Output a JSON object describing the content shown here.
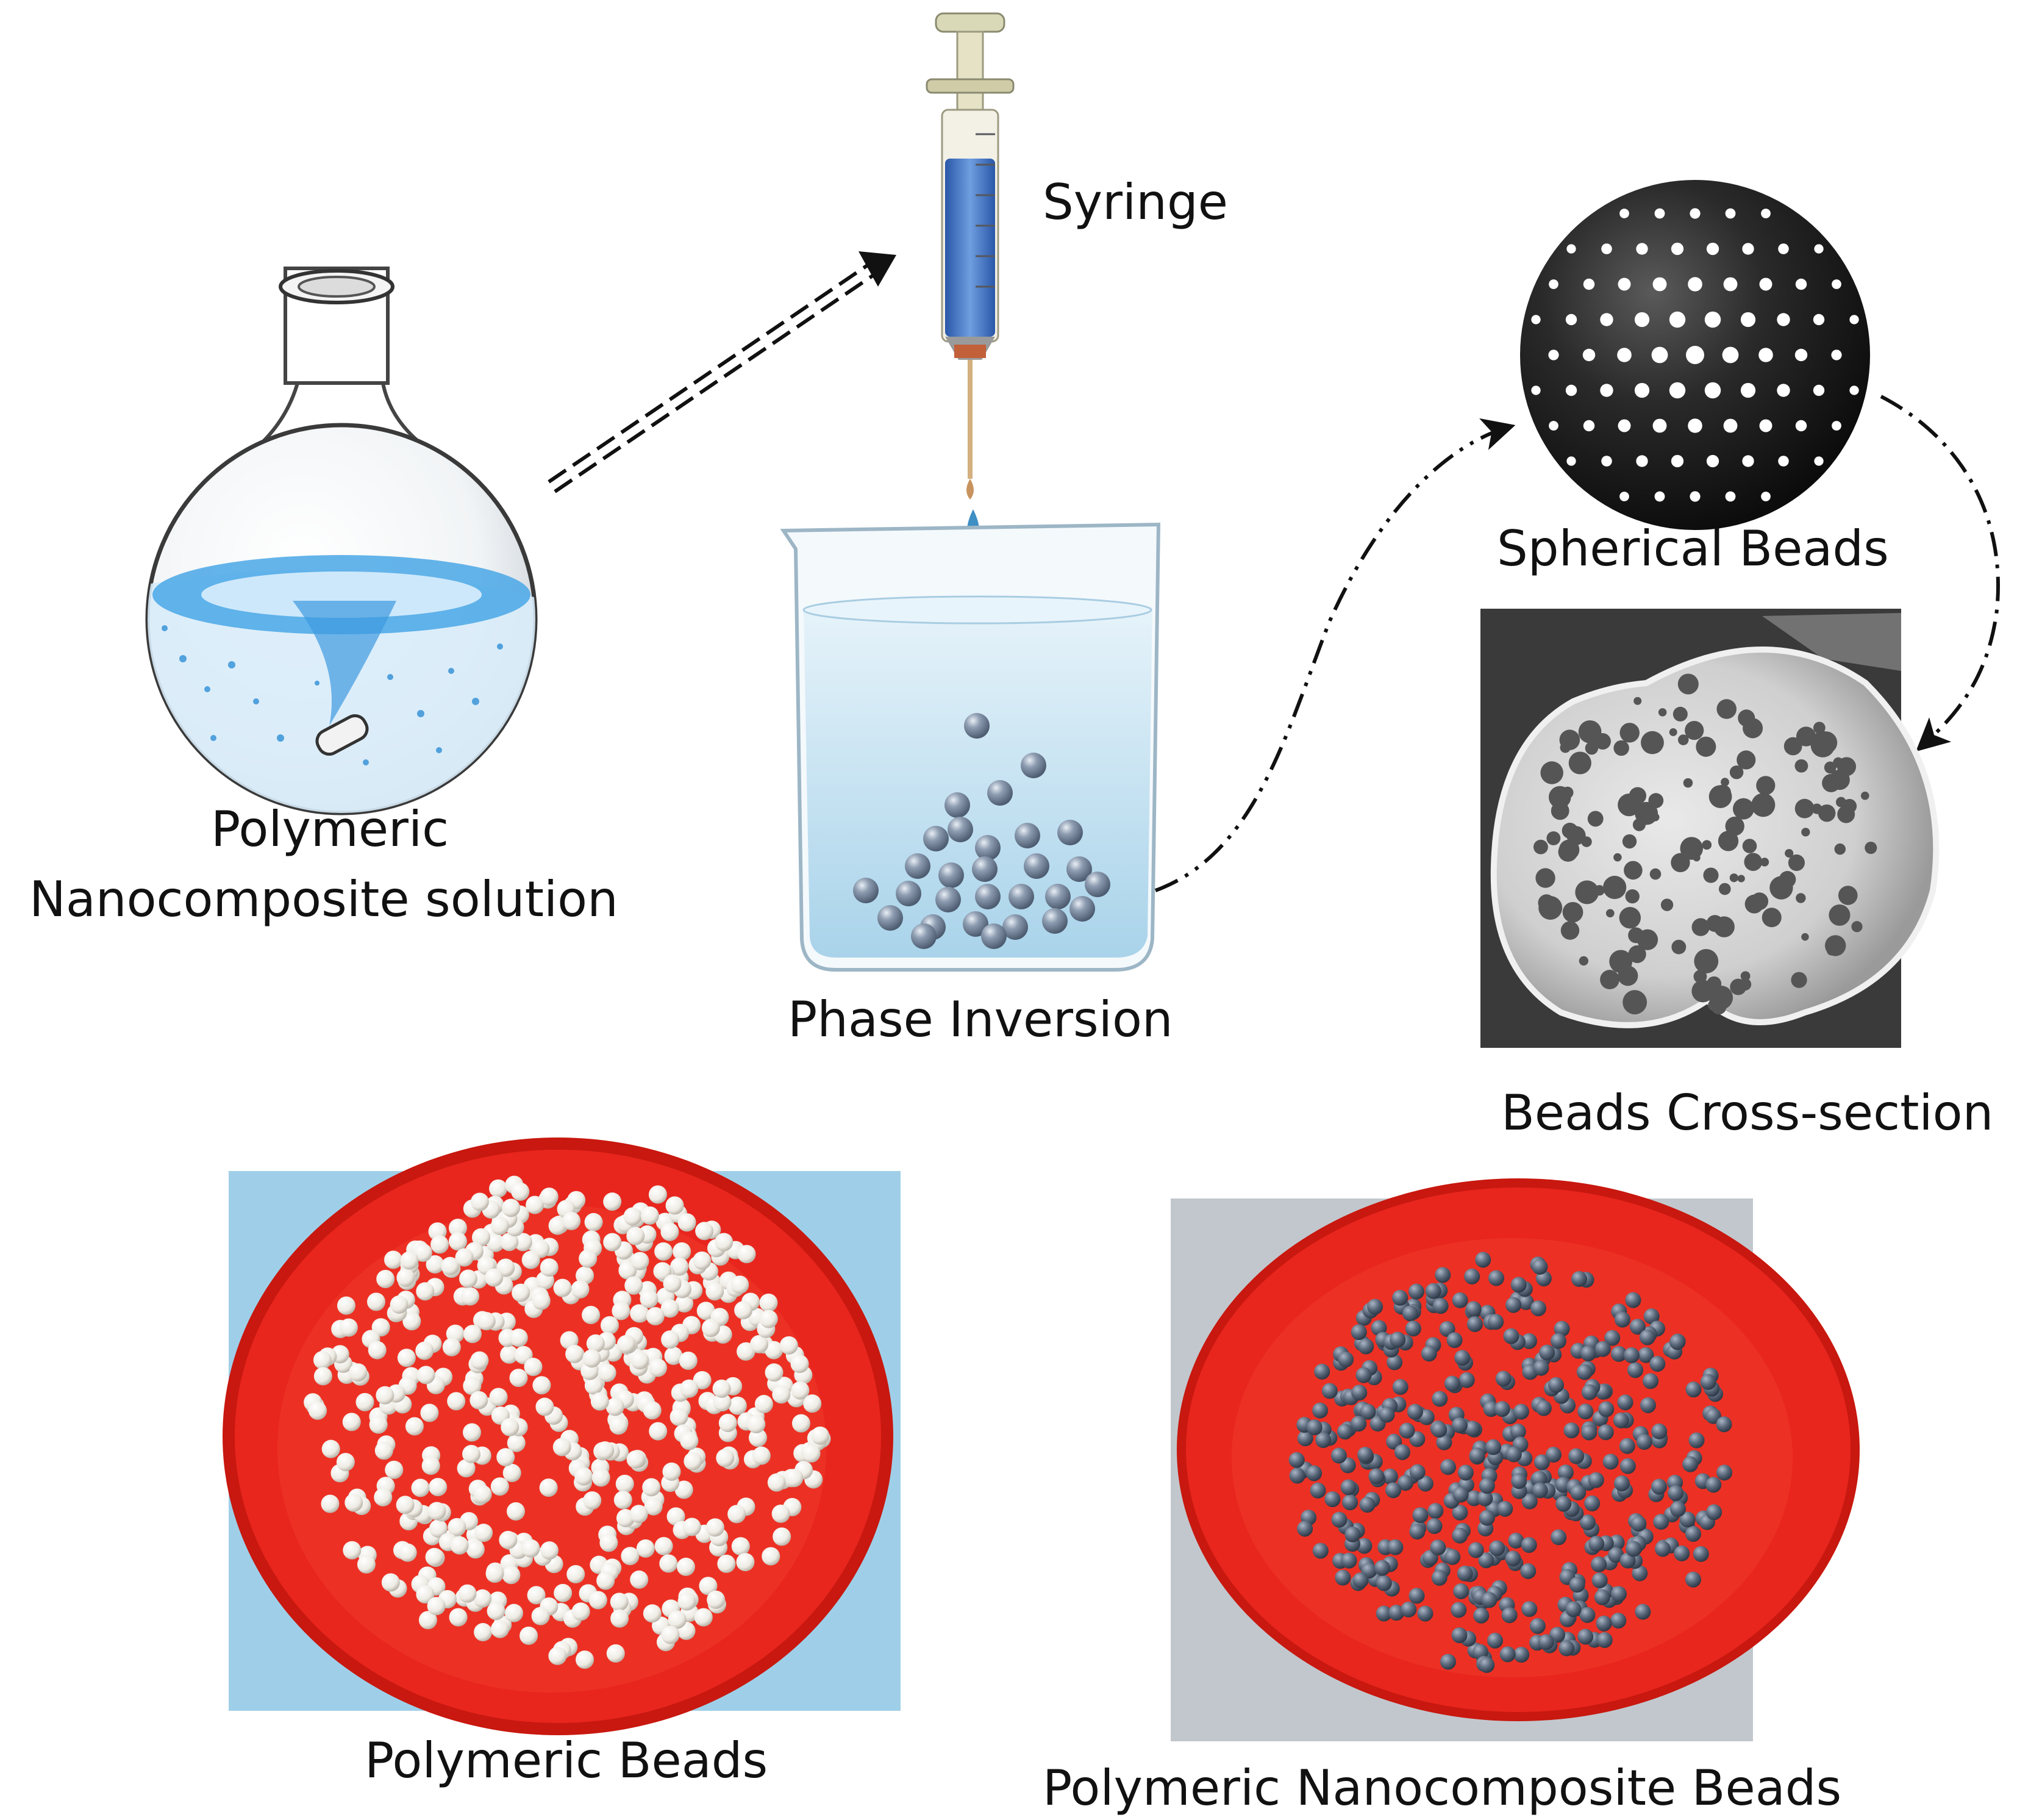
{
  "labels": {
    "flask": [
      "Polymeric",
      "Nanocomposite solution"
    ],
    "syringe": "Syringe",
    "beaker": "Phase Inversion",
    "sphere": "Spherical Beads",
    "sem": "Beads Cross-section",
    "photo_left": "Polymeric Beads",
    "photo_right": "Polymeric Nanocomposite Beads"
  },
  "arrows": {
    "flask_to_syringe": "double-dashed",
    "beaker_to_sphere": "dash-dot-dot",
    "sphere_to_sem": "dash-dot"
  },
  "colors": {
    "solution_blue": "#2f8fd6",
    "syringe_liquid": "#3a6fc4",
    "water": "#cfe6f2",
    "bead_grey": "#7f8fa3",
    "sphere_black": "#1e1e1e",
    "dish_red": "#e8261e",
    "bead_white": "#f2f0ea",
    "bead_dark": "#4d5c70",
    "backdrop_blue": "#9fcfe8",
    "backdrop_foil": "#c9cdd2",
    "sem_grey": "#6f6f6f"
  },
  "photos": {
    "left": {
      "beads": "white",
      "dish": "red",
      "backdrop": "blue"
    },
    "right": {
      "beads": "dark grey",
      "dish": "red",
      "backdrop": "foil"
    }
  }
}
